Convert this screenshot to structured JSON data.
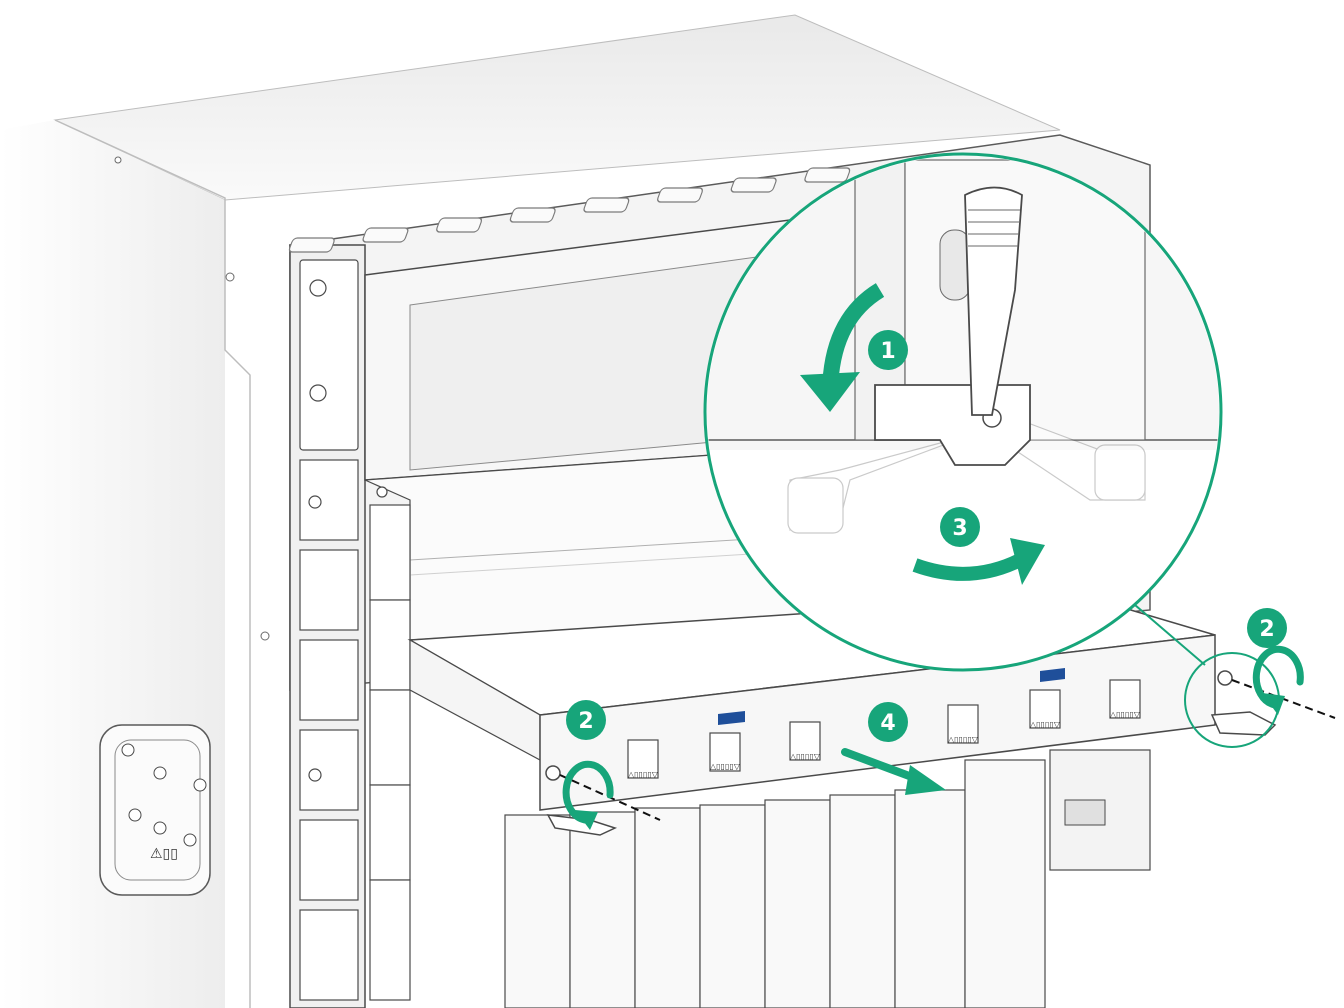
{
  "figure": {
    "description_free": true,
    "colors": {
      "accent": "#17a57a",
      "accent_dark": "#0e7f5d",
      "line": "#4a4a4a",
      "light_line": "#c8c8c8",
      "chassis_shadow": "#ececec",
      "handle_latch": "#1f4f9a"
    },
    "steps": {
      "step1": "1",
      "step2_left": "2",
      "step2_right": "2",
      "step3": "3",
      "step4": "4"
    },
    "port_labels": [
      "△▯▯▯▯▽",
      "△▯▯▯▯▽",
      "△▯▯▯▯▽",
      "△▯▯▯▯▽",
      "△▯▯▯▯▽",
      "△▯▯▯▯▽"
    ],
    "warning_label": "⚠▯▯"
  }
}
